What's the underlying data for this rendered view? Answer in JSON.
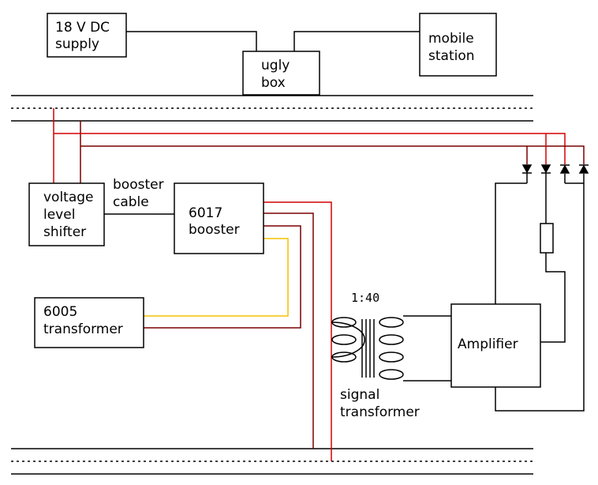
{
  "colors": {
    "black": "#000000",
    "red": "#d40000",
    "darkred": "#7a0000",
    "yellow": "#f2c200"
  },
  "labels": {
    "supply": [
      "18 V DC",
      "supply"
    ],
    "ugly_box": [
      "ugly",
      "box"
    ],
    "mobile_station": [
      "mobile",
      "station"
    ],
    "level_shifter": [
      "voltage",
      "level",
      "shifter"
    ],
    "booster_cable": [
      "booster",
      "cable"
    ],
    "booster": [
      "6017",
      "booster"
    ],
    "transformer_6005": [
      "6005",
      "transformer"
    ],
    "ratio": "1:40",
    "signal_transformer": [
      "signal",
      "transformer"
    ],
    "amplifier": "Amplifier"
  }
}
